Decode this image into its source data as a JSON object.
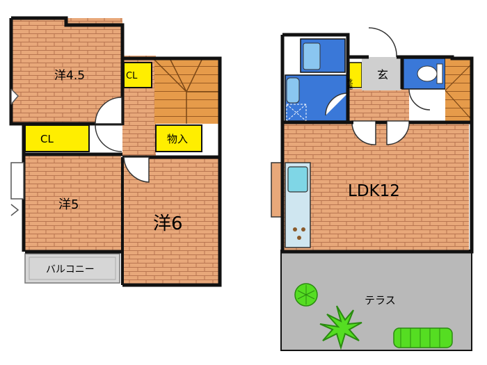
{
  "colors": {
    "brick": "#e8a87a",
    "brick_line": "#b87550",
    "wall": "#111111",
    "closet": "#ffee00",
    "bath": "#3a78d8",
    "stairs": "#e69b4a",
    "terrace": "#b9b9b9",
    "balcony": "#d6d6d6",
    "grass": "#55dd22"
  },
  "labels": {
    "room_w45": "洋4.5",
    "closet_small": "CL",
    "closet_left": "CL",
    "storage": "物入",
    "room_w5": "洋5",
    "room_w6": "洋6",
    "balcony": "バルコニー",
    "genkan": "玄",
    "shoe_box": "靴箱",
    "ldk": "LDK12",
    "terrace": "テラス"
  }
}
